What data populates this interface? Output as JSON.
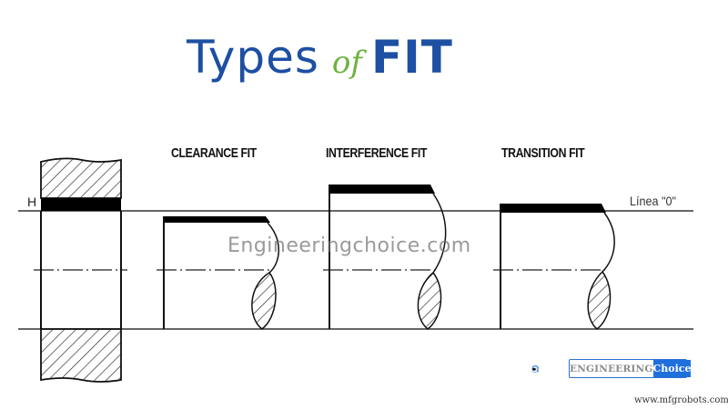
{
  "title": {
    "part1": "Types",
    "part2": "of",
    "part3": "FIT"
  },
  "diagram": {
    "hole_label": "H",
    "zero_line_label": "Línea \"0\"",
    "fits": [
      {
        "label": "CLEARANCE FIT"
      },
      {
        "label": "INTERFERENCE FIT"
      },
      {
        "label": "TRANSITION FIT"
      }
    ]
  },
  "watermark": "Engineeringchoice.com",
  "logo": {
    "word1": "ENGINEERING",
    "word2": "Choice"
  },
  "source": "www.mfgrobots.com",
  "colors": {
    "title_blue": "#1d4fa3",
    "title_green": "#6cb33f",
    "logo_blue": "#1f6fdc"
  }
}
